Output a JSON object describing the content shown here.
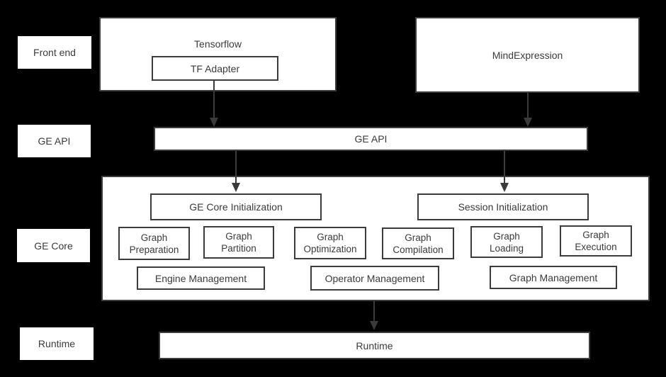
{
  "colors": {
    "background": "#000000",
    "box_fill": "#ffffff",
    "box_border": "#3c3c3c",
    "text": "#3b3b3b",
    "arrow": "#3a3a3a"
  },
  "row_labels": [
    {
      "label": "Front end"
    },
    {
      "label": "GE API"
    },
    {
      "label": "GE Core"
    },
    {
      "label": "Runtime"
    }
  ],
  "front_end": {
    "tensorflow_title": "Tensorflow",
    "tf_adapter": "TF Adapter",
    "mind_expression": "MindExpression"
  },
  "ge_api": {
    "label": "GE API"
  },
  "ge_core": {
    "init_boxes": [
      {
        "label": "GE Core Initialization"
      },
      {
        "label": "Session Initialization"
      }
    ],
    "stage_boxes": [
      {
        "line1": "Graph",
        "line2": "Preparation"
      },
      {
        "line1": "Graph",
        "line2": "Partition"
      },
      {
        "line1": "Graph",
        "line2": "Optimization"
      },
      {
        "line1": "Graph",
        "line2": "Compilation"
      },
      {
        "line1": "Graph",
        "line2": "Loading"
      },
      {
        "line1": "Graph",
        "line2": "Execution"
      }
    ],
    "management_boxes": [
      {
        "label": "Engine Management"
      },
      {
        "label": "Operator Management"
      },
      {
        "label": "Graph Management"
      }
    ]
  },
  "runtime": {
    "label": "Runtime"
  }
}
